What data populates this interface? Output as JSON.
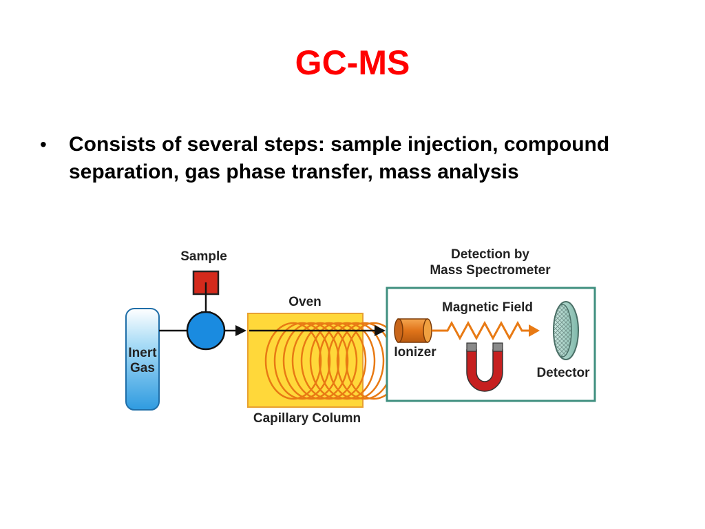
{
  "slide": {
    "title": "GC-MS",
    "title_color": "#ff0000"
  },
  "bullet": {
    "line1": "Consists of several steps: sample injection, compound",
    "line2": "separation, gas phase transfer, mass analysis"
  },
  "diagram": {
    "labels": {
      "sample": "Sample",
      "oven": "Oven",
      "detection_line1": "Detection by",
      "detection_line2": "Mass Spectrometer",
      "magnetic_field": "Magnetic Field",
      "inert_line1": "Inert",
      "inert_line2": "Gas",
      "ionizer": "Ionizer",
      "detector": "Detector",
      "capillary_column": "Capillary Column"
    },
    "colors": {
      "sample_box": "#d42a1c",
      "injector": "#1a8be0",
      "oven_fill": "#ffd83a",
      "coil": "#e87a14",
      "ms_frame": "#3f8f7f",
      "gas_tank": "#5cb8ea",
      "magnet_red": "#c62020",
      "magnet_grey": "#8a8a8a"
    }
  }
}
